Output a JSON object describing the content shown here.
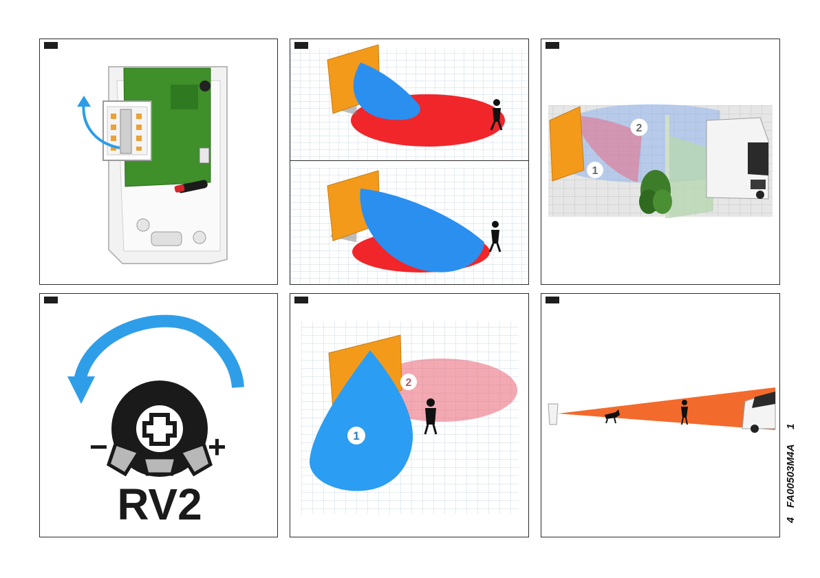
{
  "figures": {
    "rv2_label": "RV2",
    "minus": "−",
    "plus": "+",
    "zone_1": "1",
    "zone_2": "2"
  },
  "doc": {
    "code": "FA00503M4A",
    "page_left": "4",
    "page_right": "1"
  },
  "colors": {
    "detection_blue": "#2b8ff0",
    "detection_red": "#f0262b",
    "wall_orange": "#f39a1b",
    "beam_orange": "#f36a2d",
    "pcb_green": "#3f8f2a"
  },
  "icons": [
    "rotate-arrow-icon",
    "person-icon",
    "dog-icon",
    "van-icon",
    "bush-icon",
    "sensor-icon"
  ]
}
